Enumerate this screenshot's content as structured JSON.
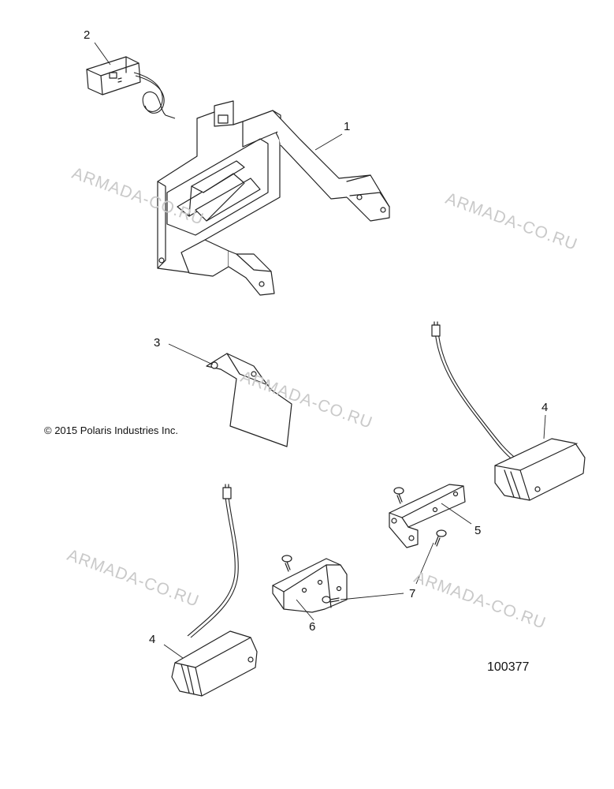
{
  "watermark": "ARMADA-CO.RU",
  "copyright": "© 2015 Polaris Industries Inc.",
  "diagram_id": "100377",
  "callouts": {
    "c1": "1",
    "c2": "2",
    "c3": "3",
    "c4a": "4",
    "c4b": "4",
    "c5": "5",
    "c6": "6",
    "c7": "7"
  }
}
